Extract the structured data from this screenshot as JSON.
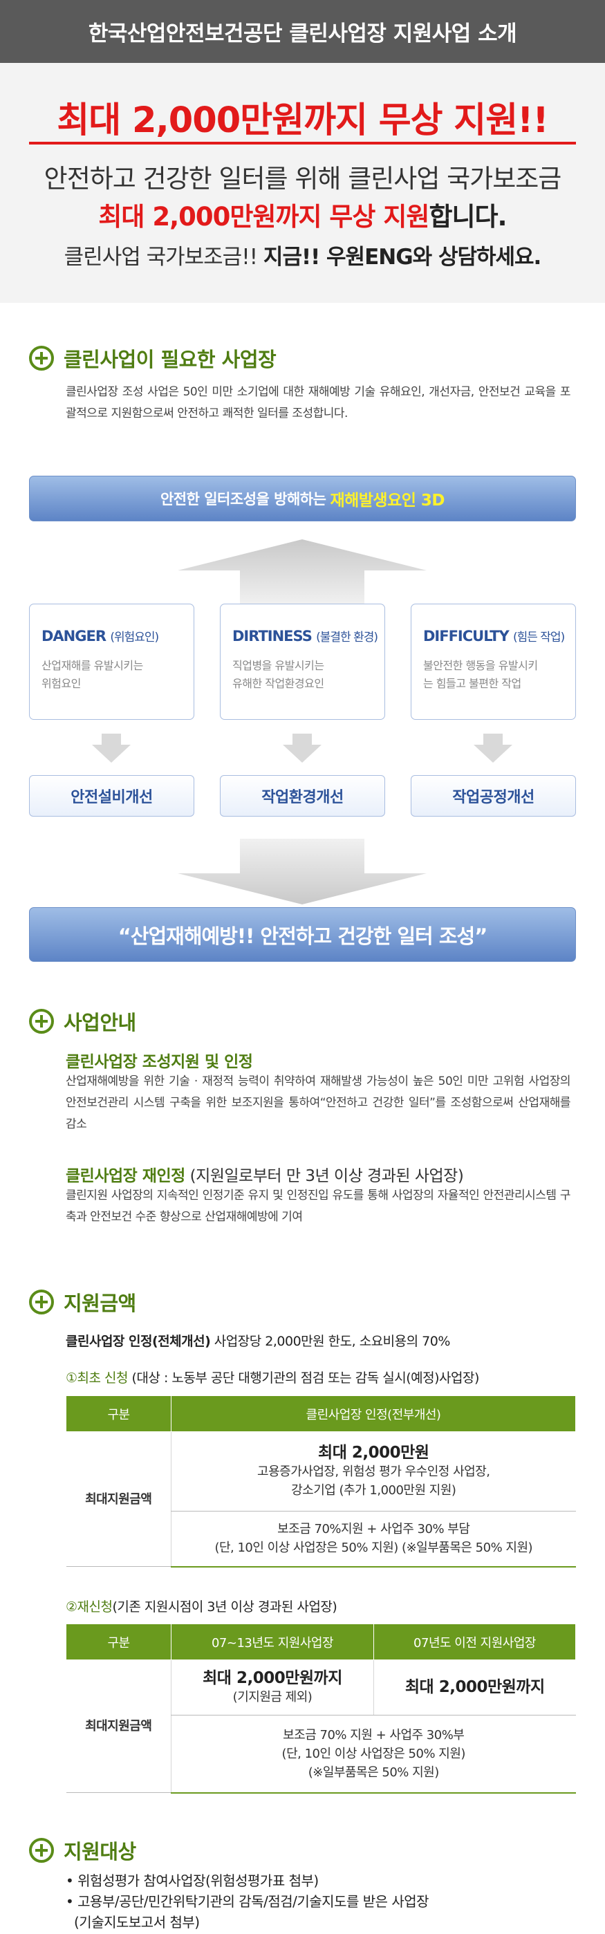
{
  "header": {
    "title": "한국산업안전보건공단 클린사업장 지원사업 소개"
  },
  "hero": {
    "headline": "최대 2,000만원까지 무상 지원!!",
    "line1": "안전하고 건강한 일터를 위해 클린사업 국가보조금",
    "line2_red": "최대 2,000만원까지 무상 지원",
    "line2_suffix": "합니다.",
    "line3_prefix": "클린사업 국가보조금!!",
    "line3_bold": "지금!! 우원ENG와 상담하세요."
  },
  "section1": {
    "title": "클린사업이 필요한 사업장",
    "body": "클린사업장 조성 사업은 50인 미만 소기업에 대한 재해예방 기술 유해요인, 개선자금, 안전보건 교육을 포괄적으로 지원함으로써 안전하고 쾌적한 일터를 조성합니다.",
    "banner_prefix": "안전한 일터조성을 방해하는",
    "banner_highlight": "재해발생요인 3D",
    "cards": [
      {
        "title": "DANGER",
        "title_sub": "(위험요인)",
        "line1": "산업재해를 유발시키는",
        "line2": "위험요인"
      },
      {
        "title": "DIRTINESS",
        "title_sub": "(불결한 환경)",
        "line1": "직업병을 유발시키는",
        "line2": "유해한 작업환경요인"
      },
      {
        "title": "DIFFICULTY",
        "title_sub": "(힘든 작업)",
        "line1": "불안전한 행동을 유발시키",
        "line2": "는 힘들고 불편한 작업"
      }
    ],
    "pills": [
      "안전설비개선",
      "작업환경개선",
      "작업공정개선"
    ],
    "bottom_banner": "“산업재해예방!! 안전하고 건강한 일터 조성”"
  },
  "section2": {
    "title": "사업안내",
    "item1_title": "클린사업장 조성지원 및 인정",
    "item1_body": "산업재해예방을 위한 기술 · 재정적 능력이 취약하여 재해발생 가능성이 높은 50인 미만 고위험 사업장의 안전보건관리 시스템 구축을 위한 보조지원을 통하여“안전하고 건강한 일터”를 조성함으로써 산업재해를 감소",
    "item2_title": "클린사업장 재인정",
    "item2_title_suffix": " (지원일로부터 만 3년 이상 경과된 사업장)",
    "item2_body": "클린지원 사업장의 지속적인 인정기준   유지 및 인정진입 유도를 통해 사업장의 자율적인 안전관리시스템 구축과 안전보건 수준 향상으로 산업재해예방에 기여"
  },
  "section3": {
    "title": "지원금액",
    "intro_bold": "클린사업장 인정(전체개선)",
    "intro_rest": " 사업장당 2,000만원 한도, 소요비용의 70%",
    "first_label": "①최초 신청",
    "first_rest": " (대상 : 노동부 공단 대행기관의 점검 또는 감독 실시(예정)사업장)",
    "table1": {
      "header_col1": "구분",
      "header_col2": "클린사업장 인정(전부개선)",
      "row_label": "최대지원금액",
      "cell1_big": "최대 2,000만원",
      "cell1_line2": "고용증가사업장, 위험성 평가 우수인정 사업장,",
      "cell1_line3": "강소기업 (추가 1,000만원 지원)",
      "cell2_line1": "보조금 70%지원 + 사업주 30% 부담",
      "cell2_line2": "(단, 10인 이상 사업장은 50% 지원) (※일부품목은 50% 지원)"
    },
    "second_label": "②재신청",
    "second_rest": "(기존 지원시점이 3년 이상 경과된 사업장)",
    "table2": {
      "header_col1": "구분",
      "header_col2": "07~13년도 지원사업장",
      "header_col3": "07년도 이전 지원사업장",
      "row_label": "최대지원금액",
      "cell_a_big": "최대 2,000만원까지",
      "cell_a_sub": "(기지원금 제외)",
      "cell_b_big": "최대 2,000만원까지",
      "cell_c_line1": "보조금 70% 지원 + 사업주 30%부",
      "cell_c_line2": "(단, 10인 이상 사업장은 50% 지원)",
      "cell_c_line3": "(※일부품목은 50% 지원)"
    }
  },
  "section4": {
    "title": "지원대상",
    "items": [
      "• 위험성평가 참여사업장(위험성평가표 첨부)",
      "• 고용부/공단/민간위탁기관의 감독/점검/기술지도를 받은 사업장",
      "(기술지도보고서 첨부)"
    ]
  },
  "colors": {
    "green": "#4f7d12",
    "red": "#e21a1a",
    "blue": "#2c5299",
    "header_gray": "#5a5a5a"
  }
}
